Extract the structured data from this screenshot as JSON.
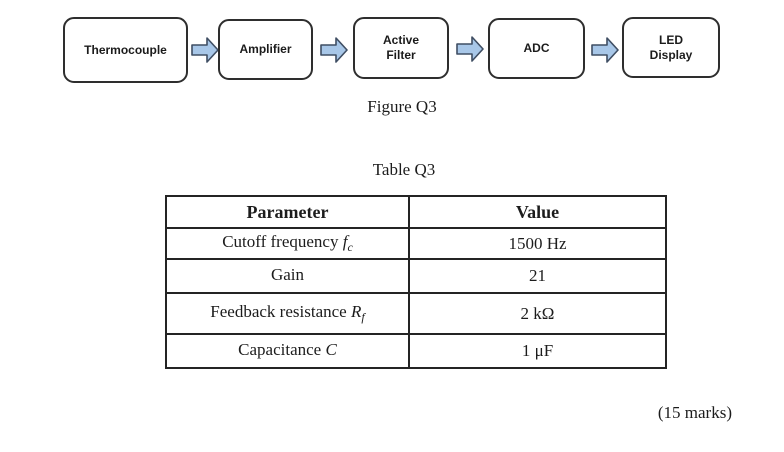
{
  "figure": {
    "caption": "Figure Q3",
    "blocks": [
      {
        "label": "Thermocouple"
      },
      {
        "label": "Amplifier"
      },
      {
        "label": "Active\nFilter"
      },
      {
        "label": "ADC"
      },
      {
        "label": "LED\nDisplay"
      }
    ],
    "arrow_fill": "#A8C7E8",
    "arrow_stroke": "#3F4E63"
  },
  "table": {
    "caption": "Table Q3",
    "headers": [
      "Parameter",
      "Value"
    ],
    "rows": [
      {
        "param": "Cutoff frequency ",
        "symbol": "f",
        "sub": "c",
        "value": "1500 Hz"
      },
      {
        "param": "Gain",
        "symbol": "",
        "sub": "",
        "value": "21"
      },
      {
        "param": "Feedback resistance ",
        "symbol": "R",
        "sub": "f",
        "value": "2 kΩ"
      },
      {
        "param": "Capacitance ",
        "symbol": "C",
        "sub": "",
        "value": "1 μF"
      }
    ]
  },
  "marks_label": "(15 marks)"
}
